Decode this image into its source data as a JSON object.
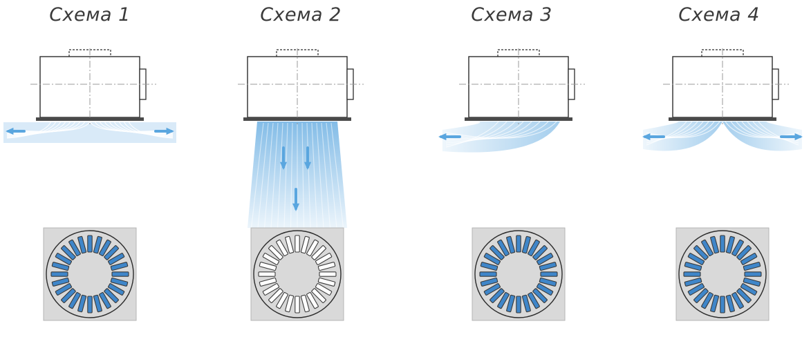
{
  "schemes": [
    {
      "title": "Схема 1",
      "flow": "horizontal-both",
      "active_slots": "all"
    },
    {
      "title": "Схема 2",
      "flow": "vertical-down",
      "active_slots": "none"
    },
    {
      "title": "Схема 3",
      "flow": "horizontal-left",
      "active_slots": "all"
    },
    {
      "title": "Схема 4",
      "flow": "horizontal-both-curved",
      "active_slots": "all"
    }
  ],
  "colors": {
    "line": "#2b2b2b",
    "centerline": "#9a9a9a",
    "air": "#5aa6df",
    "air_light": "#cfe5f6",
    "panel": "#d9d9d9",
    "slot_active": "#3f86c9",
    "slot_inactive": "#ffffff"
  }
}
